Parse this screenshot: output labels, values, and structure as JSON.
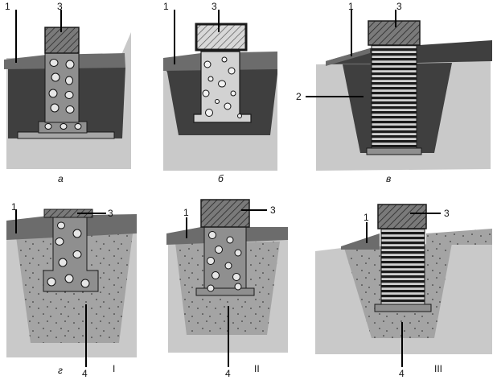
{
  "colors": {
    "soil_light": "#c9c9c9",
    "soil_medium": "#a0a0a0",
    "backfill_dark": "#3f3f3f",
    "top_layer": "#6c6c6c",
    "concrete_light": "#d2d2d2",
    "column_gray": "#8f8f8f",
    "sand_fill": "#9a9a9a",
    "outline": "#1a1a1a"
  },
  "panels": [
    {
      "caption": "а",
      "labels": [
        "1",
        "3"
      ]
    },
    {
      "caption": "б",
      "labels": [
        "1",
        "3"
      ]
    },
    {
      "caption": "в",
      "labels": [
        "1",
        "3",
        "2"
      ]
    },
    {
      "caption": "г",
      "roman": "I",
      "labels": [
        "1",
        "3",
        "4"
      ]
    },
    {
      "caption": "",
      "roman": "II",
      "labels": [
        "1",
        "3",
        "4"
      ]
    },
    {
      "caption": "",
      "roman": "III",
      "labels": [
        "1",
        "3",
        "4"
      ]
    }
  ]
}
